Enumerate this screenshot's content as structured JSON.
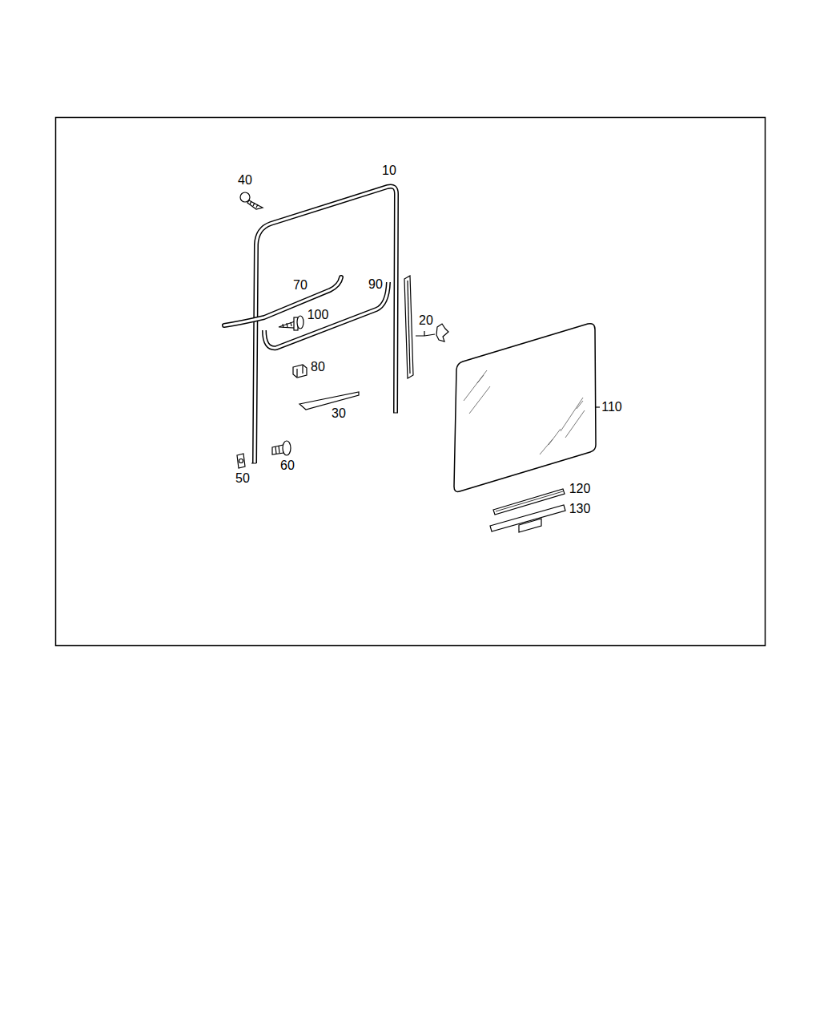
{
  "diagram": {
    "labels": [
      "40",
      "10",
      "70",
      "90",
      "100",
      "20",
      "80",
      "30",
      "110",
      "60",
      "50",
      "120",
      "130"
    ]
  }
}
